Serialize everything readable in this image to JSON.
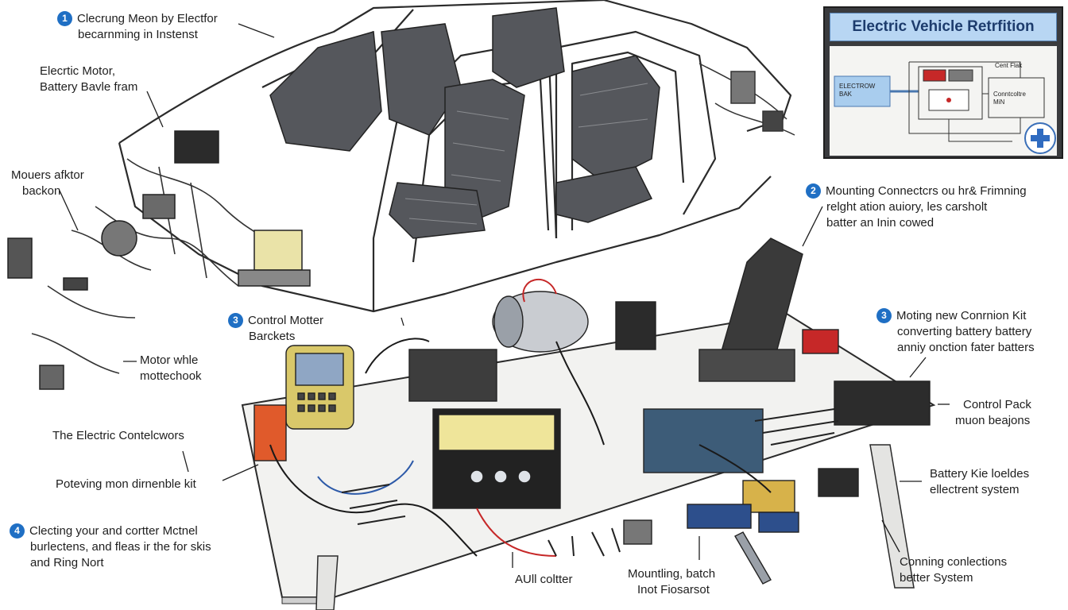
{
  "inset": {
    "title": "Electric Vehicle Retrfition",
    "box_left": "ELECTROW\nBAK",
    "box_top_right": "Cent Flak",
    "box_right": "Conntcoltre\nMiN"
  },
  "callouts": [
    {
      "id": "c1",
      "number": "1",
      "lines": [
        "Clecrung Meon by Electfor",
        "becarnming in Instenst"
      ]
    },
    {
      "id": "c2",
      "number": "",
      "lines": [
        "Elecrtic Motor,",
        "Battery Bavle fram"
      ]
    },
    {
      "id": "c3",
      "number": "",
      "lines": [
        "Mouers afktor",
        "backon"
      ]
    },
    {
      "id": "c4",
      "number": "2",
      "lines": [
        "Mounting Connectcrs ou hr& Frimning",
        "relght ation auiory, les carsholt",
        "batter an Inin cowed"
      ]
    },
    {
      "id": "c5",
      "number": "3",
      "lines": [
        "Control Motter",
        "Barckets"
      ]
    },
    {
      "id": "c6",
      "number": "",
      "lines": [
        "Motor whle",
        "mottechook"
      ]
    },
    {
      "id": "c7",
      "number": "3",
      "lines": [
        "Moting new Conrnion Kit",
        "converting battery battery",
        "anniy onction fater batters"
      ]
    },
    {
      "id": "c8",
      "number": "",
      "lines": [
        "The Electric Contelcwors"
      ]
    },
    {
      "id": "c9",
      "number": "",
      "lines": [
        "Control Pack",
        "muon beajons"
      ]
    },
    {
      "id": "c10",
      "number": "",
      "lines": [
        "Poteving mon dirnenble kit"
      ]
    },
    {
      "id": "c11",
      "number": "",
      "lines": [
        "Battery Kie loeldes",
        "ellectrent system"
      ]
    },
    {
      "id": "c12",
      "number": "4",
      "lines": [
        "Clecting your and cortter Mctnel",
        "burlectens, and fleas ir the for skis",
        "and Ring Nort"
      ]
    },
    {
      "id": "c13",
      "number": "",
      "lines": [
        "AUll coltter"
      ]
    },
    {
      "id": "c14",
      "number": "",
      "lines": [
        "Mountling, batch",
        "Inot Fiosarsot"
      ]
    },
    {
      "id": "c15",
      "number": "",
      "lines": [
        "Conning conlections",
        "better System"
      ]
    }
  ],
  "colors": {
    "number_badge": "#1f6fc4",
    "inset_bg": "#3a3b3e",
    "inset_title_bg": "#b8d6f3",
    "seat": "#55575c",
    "bench": "#f2f2f0",
    "battery_yellow": "#efe59a"
  },
  "icons": [
    "plus-icon",
    "callout-arrow-icon"
  ]
}
